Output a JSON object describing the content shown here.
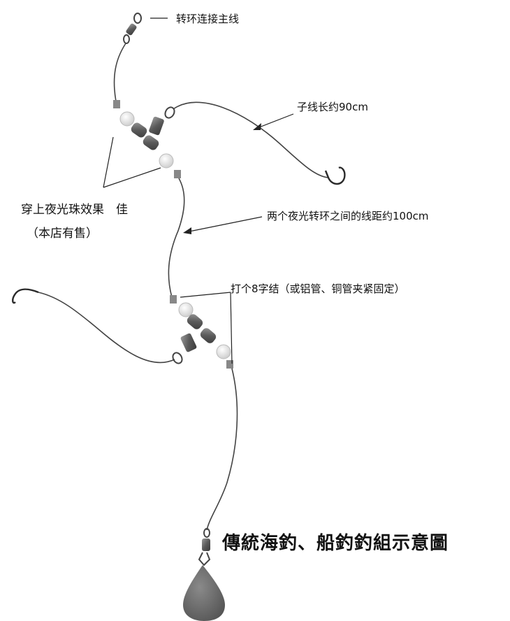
{
  "title": "傳統海釣、船釣釣組示意圖",
  "labels": {
    "swivel_main_line": "转环连接主线",
    "branch_length": "子线长约90cm",
    "glow_beads_line1": "穿上夜光珠效果　佳",
    "glow_beads_line2": "（本店有售）",
    "swivel_distance": "两个夜光转环之间的线距约100cm",
    "figure8_knot": "打个8字结（或铝管、铜管夹紧固定）"
  },
  "colors": {
    "line": "#444444",
    "swivel": "#6e6e6e",
    "bead": "#e4e4e4",
    "sinker": "#6a6a6a",
    "hook": "#2a2a2a"
  }
}
